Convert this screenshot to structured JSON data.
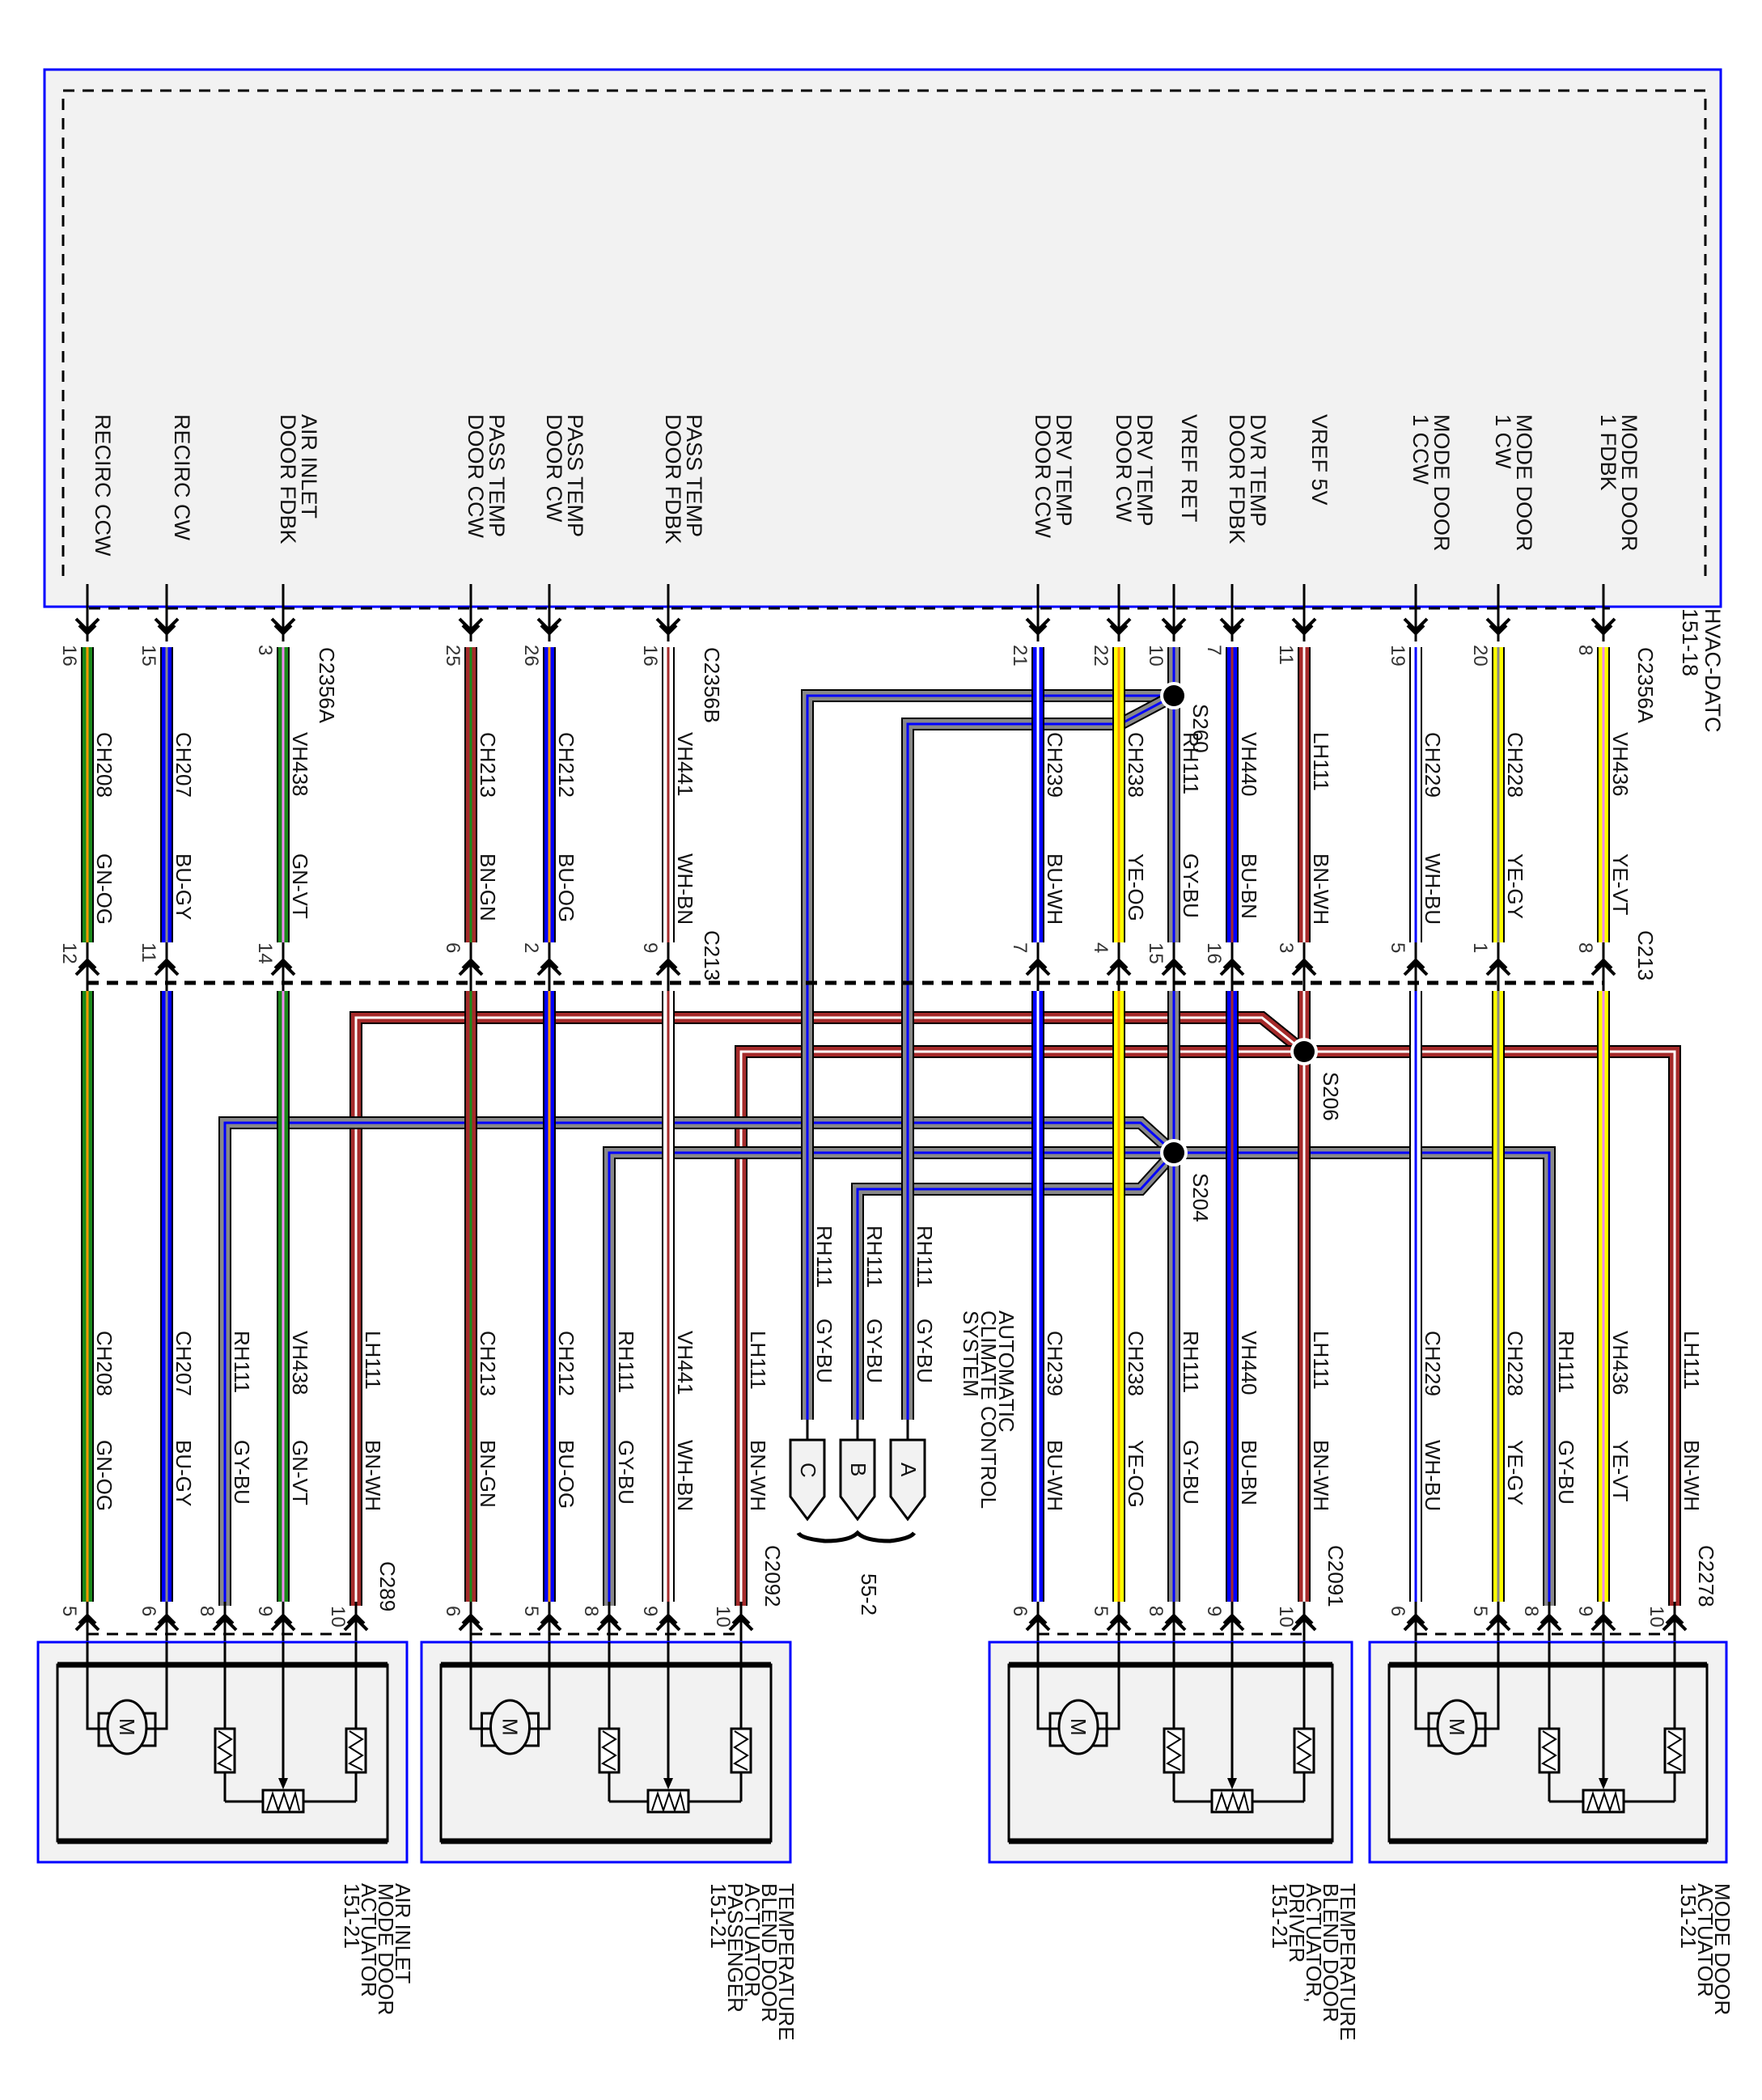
{
  "module": {
    "name": "HVAC-DATC",
    "ref": "151-18",
    "pin_labels": [
      {
        "id": "recirc-ccw",
        "text": [
          "RECIRC CCW"
        ]
      },
      {
        "id": "recirc-cw",
        "text": [
          "RECIRC CW"
        ]
      },
      {
        "id": "air-inlet-fdbk",
        "text": [
          "AIR INLET",
          "DOOR FDBK"
        ]
      },
      {
        "id": "pass-temp-ccw",
        "text": [
          "PASS TEMP",
          "DOOR CCW"
        ]
      },
      {
        "id": "pass-temp-cw",
        "text": [
          "PASS TEMP",
          "DOOR CW"
        ]
      },
      {
        "id": "pass-temp-fdbk",
        "text": [
          "PASS TEMP",
          "DOOR FDBK"
        ]
      },
      {
        "id": "drv-temp-ccw",
        "text": [
          "DRV TEMP",
          "DOOR CCW"
        ]
      },
      {
        "id": "drv-temp-cw",
        "text": [
          "DRV TEMP",
          "DOOR CW"
        ]
      },
      {
        "id": "vref-ret",
        "text": [
          "VREF RET"
        ]
      },
      {
        "id": "dvr-temp-fdbk",
        "text": [
          "DVR TEMP",
          "DOOR FDBK"
        ]
      },
      {
        "id": "vref-5v",
        "text": [
          "VREF 5V"
        ]
      },
      {
        "id": "mode-door-ccw",
        "text": [
          "MODE DOOR",
          "1 CCW"
        ]
      },
      {
        "id": "mode-door-cw",
        "text": [
          "MODE DOOR",
          "1 CW"
        ]
      },
      {
        "id": "mode-door-fdbk",
        "text": [
          "MODE DOOR",
          "1 FDBK"
        ]
      }
    ]
  },
  "connectors": {
    "c2356a_left": "C2356A",
    "c2356b": "C2356B",
    "c2356a_right": "C2356A",
    "c213_left": "C213",
    "c213_right": "C213",
    "c289": "C289",
    "c2092": "C2092",
    "c2091": "C2091",
    "c2278": "C2278"
  },
  "upper_wires": [
    {
      "circuit": "CH208",
      "color": "GN-OG",
      "module_pin": "16",
      "c213_pin": "12"
    },
    {
      "circuit": "CH207",
      "color": "BU-GY",
      "module_pin": "15",
      "c213_pin": "11"
    },
    {
      "circuit": "VH438",
      "color": "GN-VT",
      "module_pin": "3",
      "c213_pin": "14"
    },
    {
      "circuit": "CH213",
      "color": "BN-GN",
      "module_pin": "25",
      "c213_pin": "6"
    },
    {
      "circuit": "CH212",
      "color": "BU-OG",
      "module_pin": "26",
      "c213_pin": "2"
    },
    {
      "circuit": "VH441",
      "color": "WH-BN",
      "module_pin": "16",
      "c213_pin": "9"
    },
    {
      "circuit": "CH239",
      "color": "BU-WH",
      "module_pin": "21",
      "c213_pin": "7"
    },
    {
      "circuit": "CH238",
      "color": "YE-OG",
      "module_pin": "22",
      "c213_pin": "4"
    },
    {
      "circuit": "RH111",
      "color": "GY-BU",
      "module_pin": "10",
      "c213_pin": "15"
    },
    {
      "circuit": "VH440",
      "color": "BU-BN",
      "module_pin": "7",
      "c213_pin": "16"
    },
    {
      "circuit": "LH111",
      "color": "BN-WH",
      "module_pin": "11",
      "c213_pin": "3"
    },
    {
      "circuit": "CH229",
      "color": "WH-BU",
      "module_pin": "19",
      "c213_pin": "5"
    },
    {
      "circuit": "CH228",
      "color": "YE-GY",
      "module_pin": "20",
      "c213_pin": "1"
    },
    {
      "circuit": "VH436",
      "color": "YE-VT",
      "module_pin": "8",
      "c213_pin": "8"
    }
  ],
  "lower_wires": [
    {
      "circuit": "CH208",
      "color": "GN-OG",
      "pin": "5"
    },
    {
      "circuit": "CH207",
      "color": "BU-GY",
      "pin": "6"
    },
    {
      "circuit": "RH111",
      "color": "GY-BU",
      "pin": "8"
    },
    {
      "circuit": "VH438",
      "color": "GN-VT",
      "pin": "9"
    },
    {
      "circuit": "LH111",
      "color": "BN-WH",
      "pin": "10"
    },
    {
      "circuit": "CH213",
      "color": "BN-GN",
      "pin": "6"
    },
    {
      "circuit": "CH212",
      "color": "BU-OG",
      "pin": "5"
    },
    {
      "circuit": "RH111",
      "color": "GY-BU",
      "pin": "8"
    },
    {
      "circuit": "VH441",
      "color": "WH-BN",
      "pin": "9"
    },
    {
      "circuit": "LH111",
      "color": "BN-WH",
      "pin": "10"
    },
    {
      "circuit": "CH239",
      "color": "BU-WH",
      "pin": "6"
    },
    {
      "circuit": "CH238",
      "color": "YE-OG",
      "pin": "5"
    },
    {
      "circuit": "RH111",
      "color": "GY-BU",
      "pin": "8"
    },
    {
      "circuit": "VH440",
      "color": "BU-BN",
      "pin": "9"
    },
    {
      "circuit": "LH111",
      "color": "BN-WH",
      "pin": "10"
    },
    {
      "circuit": "CH229",
      "color": "WH-BU",
      "pin": "6"
    },
    {
      "circuit": "CH228",
      "color": "YE-GY",
      "pin": "5"
    },
    {
      "circuit": "RH111",
      "color": "GY-BU",
      "pin": "8"
    },
    {
      "circuit": "VH436",
      "color": "YE-VT",
      "pin": "9"
    },
    {
      "circuit": "LH111",
      "color": "BN-WH",
      "pin": "10"
    }
  ],
  "acc_wires": [
    {
      "circuit": "RH111",
      "color": "GY-BU",
      "terminal": "C"
    },
    {
      "circuit": "RH111",
      "color": "GY-BU",
      "terminal": "B"
    },
    {
      "circuit": "RH111",
      "color": "GY-BU",
      "terminal": "A"
    }
  ],
  "splices": {
    "s260": "S260",
    "s206": "S206",
    "s204": "S204"
  },
  "acc_system": {
    "label": [
      "AUTOMATIC",
      "CLIMATE CONTROL",
      "SYSTEM"
    ],
    "ref": "55-2"
  },
  "actuators": [
    {
      "id": "air-inlet",
      "text": [
        "AIR INLET",
        "MODE DOOR",
        "ACTUATOR",
        "151-21"
      ]
    },
    {
      "id": "temp-blend-passenger",
      "text": [
        "TEMPERATURE",
        "BLEND DOOR",
        "ACTUATOR,",
        "PASSENGER",
        "151-21"
      ]
    },
    {
      "id": "temp-blend-driver",
      "text": [
        "TEMPERATURE",
        "BLEND DOOR",
        "ACTUATOR,",
        "DRIVER",
        "151-21"
      ]
    },
    {
      "id": "mode-door",
      "text": [
        "MODE DOOR",
        "ACTUATOR",
        "151-21"
      ]
    }
  ],
  "wire_colors": {
    "GN": "#1a8a1a",
    "OG": "#ff9900",
    "BU": "#0000ff",
    "GY": "#888888",
    "VT": "#ee88ee",
    "BN": "#a52a2a",
    "WH": "#ffffff",
    "YE": "#ffff00",
    "frame": "#0000ff"
  }
}
